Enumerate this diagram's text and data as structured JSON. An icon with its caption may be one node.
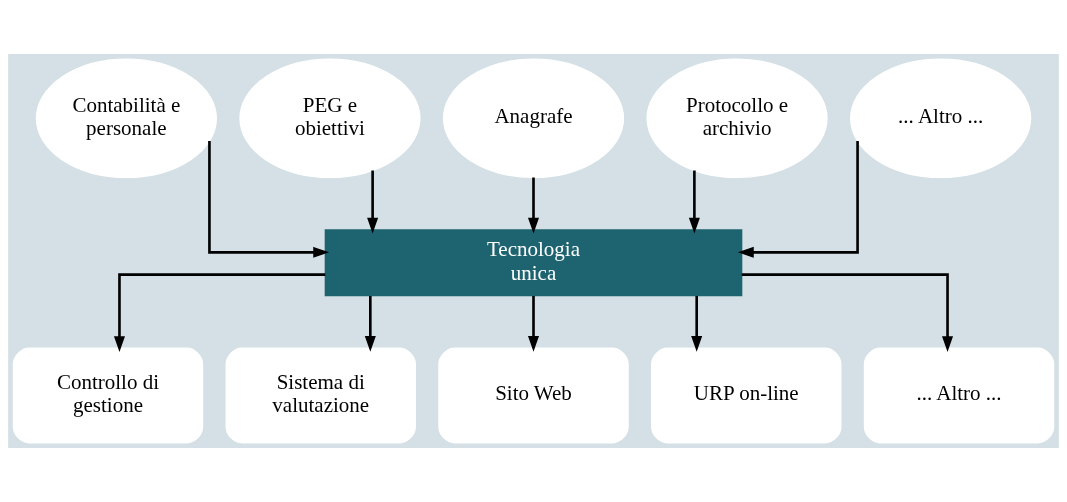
{
  "diagram": {
    "nodes": [
      {
        "text": [
          "Contabilità e personale"
        ]
      },
      {
        "text": [
          "PEG e obiettivi"
        ]
      },
      {
        "text": [
          "Anagrafe"
        ]
      },
      {
        "text": [
          "Protocollo e archivio"
        ]
      },
      {
        "text": [
          "... Altro ..."
        ]
      },
      {
        "text": [
          "Tecnologia unica"
        ]
      },
      {
        "text": [
          "Controllo di gestione"
        ]
      },
      {
        "text": [
          "Sistema di valutazione"
        ]
      },
      {
        "text": [
          "Sito Web"
        ]
      },
      {
        "text": [
          "URP on-line"
        ]
      },
      {
        "text": [
          "... Altro ..."
        ]
      }
    ],
    "edges": [
      {
        "from": 0,
        "to": 5,
        "arrow": "to"
      },
      {
        "from": 1,
        "to": 5,
        "arrow": "to"
      },
      {
        "from": 2,
        "to": 5,
        "arrow": "to"
      },
      {
        "from": 3,
        "to": 5,
        "arrow": "to"
      },
      {
        "from": 4,
        "to": 5,
        "arrow": "to"
      },
      {
        "from": 5,
        "to": 6,
        "arrow": "to"
      },
      {
        "from": 5,
        "to": 7,
        "arrow": "to"
      },
      {
        "from": 5,
        "to": 8,
        "arrow": "to"
      },
      {
        "from": 5,
        "to": 9,
        "arrow": "to"
      },
      {
        "from": 5,
        "to": 10,
        "arrow": "to"
      }
    ]
  }
}
